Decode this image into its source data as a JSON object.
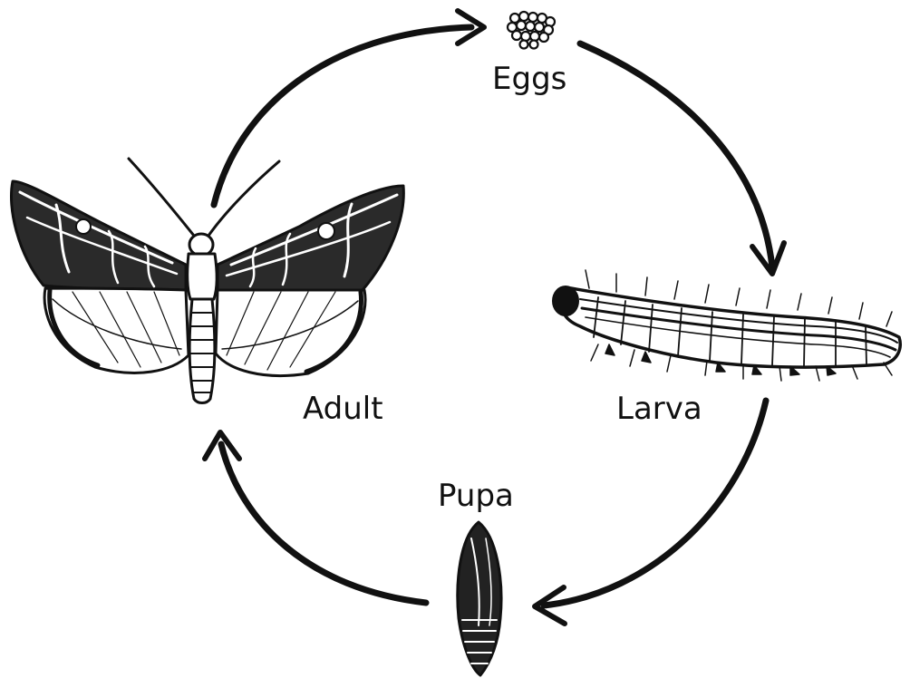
{
  "diagram": {
    "stages": {
      "eggs": "Eggs",
      "larva": "Larva",
      "pupa": "Pupa",
      "adult": "Adult"
    }
  },
  "colors": {
    "ink": "#111111",
    "background": "#ffffff"
  }
}
